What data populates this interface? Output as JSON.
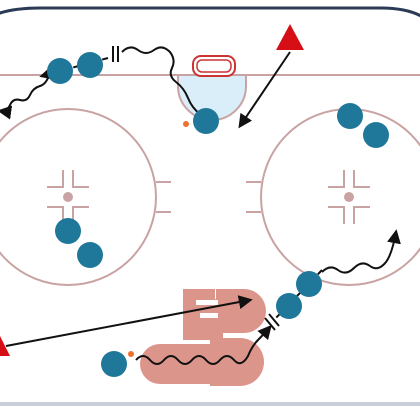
{
  "diagram": {
    "type": "hockey-drill",
    "colors": {
      "ice": "#ffffff",
      "boards": "#2b3a55",
      "rink_lines": "#c9a3a3",
      "logo": "#dc958a",
      "goal_frame": "#cc3333",
      "crease": "#d9eef8",
      "player": "#1f7799",
      "coach": "#d60f16",
      "puck": "#f07030",
      "path": "#111111"
    },
    "players": [
      {
        "id": "p1",
        "role": "skater",
        "icon": "player-circle"
      },
      {
        "id": "p2",
        "role": "skater",
        "icon": "player-circle"
      },
      {
        "id": "p3",
        "role": "skater",
        "icon": "player-circle"
      },
      {
        "id": "p4",
        "role": "skater",
        "icon": "player-circle"
      },
      {
        "id": "p5",
        "role": "skater",
        "icon": "player-circle"
      },
      {
        "id": "p6",
        "role": "skater",
        "icon": "player-circle"
      },
      {
        "id": "p7",
        "role": "skater",
        "icon": "player-circle"
      },
      {
        "id": "p8",
        "role": "skater",
        "icon": "player-circle"
      },
      {
        "id": "p9",
        "role": "skater",
        "icon": "player-circle"
      },
      {
        "id": "p10",
        "role": "skater",
        "icon": "player-circle"
      },
      {
        "id": "p11",
        "role": "skater",
        "icon": "player-circle"
      }
    ],
    "coaches": [
      {
        "id": "c1",
        "icon": "triangle"
      },
      {
        "id": "c2",
        "icon": "triangle"
      }
    ],
    "pucks": [
      {
        "id": "puck1"
      },
      {
        "id": "puck2"
      }
    ],
    "paths": [
      {
        "id": "skate-top-left",
        "kind": "skate",
        "icon": "wavy-line"
      },
      {
        "id": "skate-top-mid",
        "kind": "skate",
        "icon": "wavy-line"
      },
      {
        "id": "pass-top-left",
        "kind": "pass",
        "icon": "dashed-arrow"
      },
      {
        "id": "pass-top-coach",
        "kind": "pass",
        "icon": "solid-arrow"
      },
      {
        "id": "pass-bottom-coach",
        "kind": "pass",
        "icon": "solid-arrow"
      },
      {
        "id": "pass-bottom-right",
        "kind": "pass",
        "icon": "dashed-arrow"
      },
      {
        "id": "skate-bottom",
        "kind": "skate",
        "icon": "wavy-line"
      },
      {
        "id": "skate-right",
        "kind": "skate",
        "icon": "wavy-line"
      }
    ]
  }
}
